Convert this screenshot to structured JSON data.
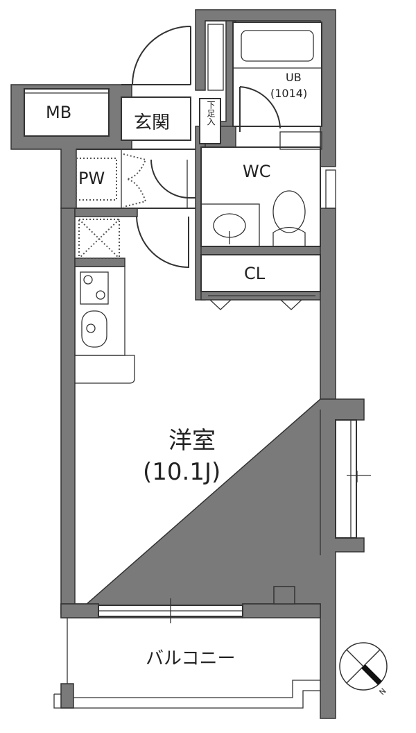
{
  "floor_plan": {
    "rooms": {
      "mb": "MB",
      "genkan": "玄関",
      "shoe_box": "下足入",
      "pw": "PW",
      "ub": "UB",
      "ub_size": "(1014)",
      "wc": "WC",
      "cl": "CL",
      "western_room": "洋室",
      "western_room_size": "(10.1J)",
      "balcony": "バルコニー"
    },
    "compass": {
      "label": "N"
    },
    "colors": {
      "wall": "#7a7a7a",
      "line": "#333333",
      "background": "#ffffff"
    }
  }
}
